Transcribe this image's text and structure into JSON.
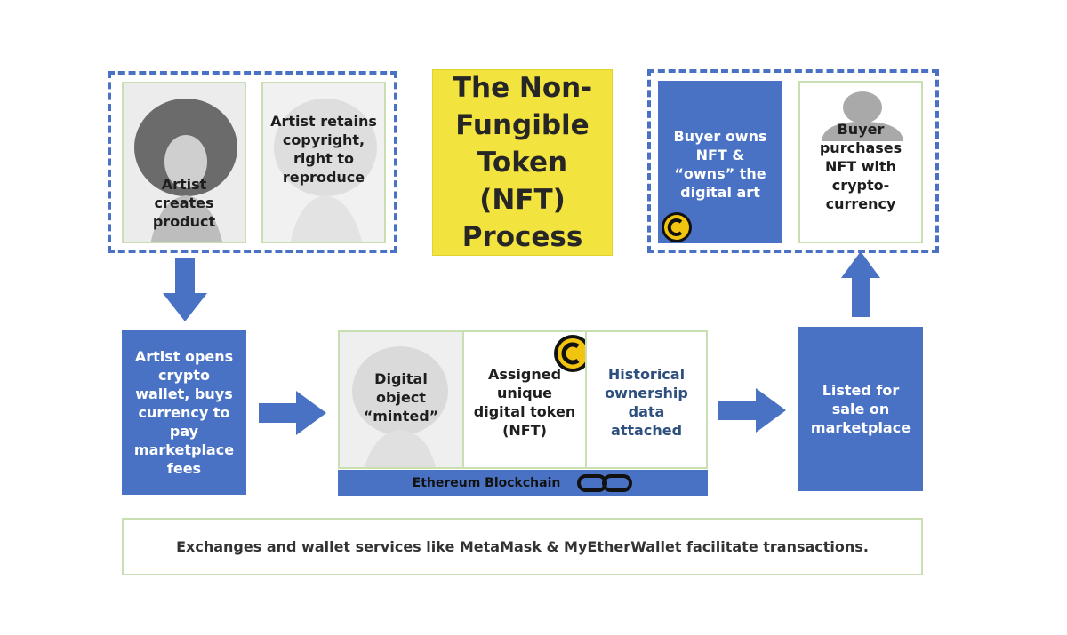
{
  "title": "The Non-\nFungible\nToken\n(NFT)\nProcess",
  "artist_creates": "Artist\ncreates\nproduct",
  "artist_retains": "Artist retains\ncopyright,\nright to\nreproduce",
  "buyer_owns": "Buyer owns\nNFT &\n“owns” the\ndigital art",
  "buyer_purchases": "Buyer\npurchases\nNFT with\ncrypto-\ncurrency",
  "artist_opens": "Artist opens\ncrypto\nwallet, buys\ncurrency to\npay\nmarketplace\nfees",
  "digital_object": "Digital\nobject\n“minted”",
  "assigned_token": "Assigned\nunique\ndigital token\n(NFT)",
  "historical": "Historical\nownership\ndata\nattached",
  "blockchain": "Ethereum Blockchain",
  "listed": "Listed for\nsale on\nmarketplace",
  "footer": "Exchanges and wallet services like MetaMask & MyEtherWallet facilitate transactions.",
  "colors": {
    "blue": "#4a72c4",
    "yellow": "#f3e33f",
    "panel_border": "#c9dfb2",
    "coin": "#f1c40f"
  },
  "icons": [
    "portrait-icon",
    "coin-icon",
    "user-silhouette-icon",
    "chain-link-icon",
    "arrow-down-icon",
    "arrow-right-icon",
    "arrow-up-icon"
  ]
}
